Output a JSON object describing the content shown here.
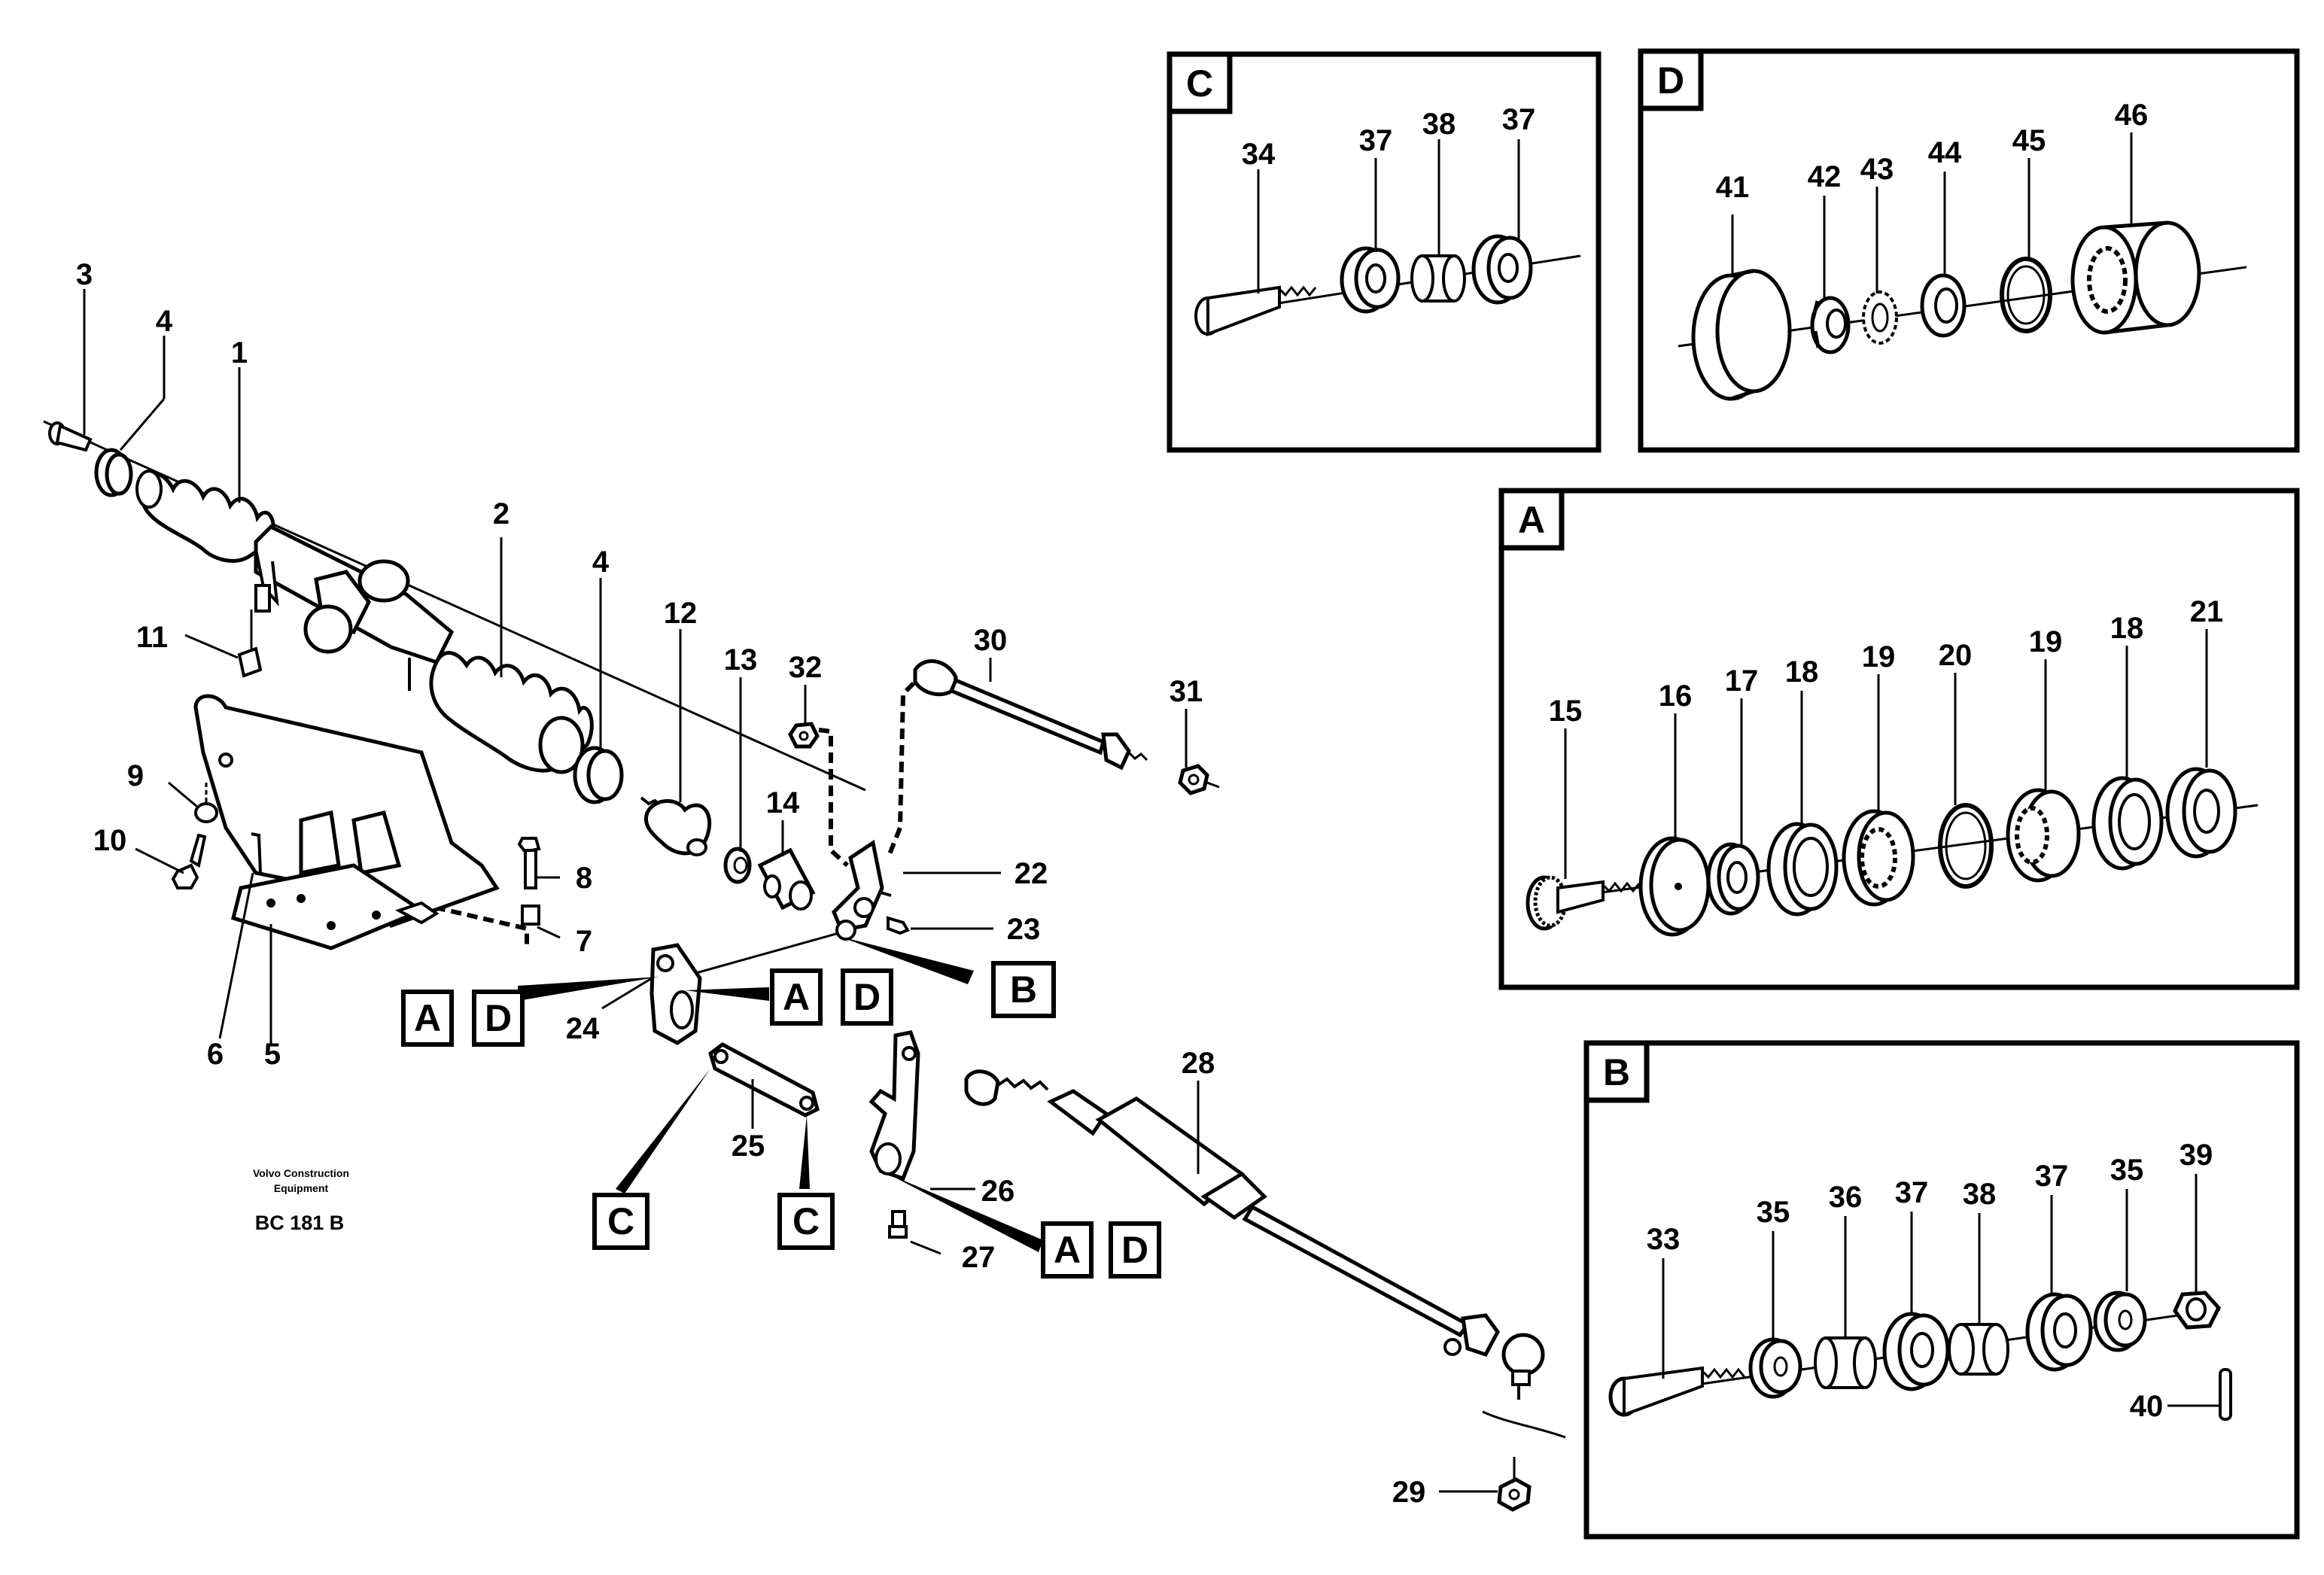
{
  "diagram": {
    "credit_line1": "Volvo Construction",
    "credit_line2": "Equipment",
    "code": "BC 181 B",
    "detail_panels": [
      {
        "letter": "C",
        "parts": [
          "34",
          "37",
          "38",
          "37"
        ]
      },
      {
        "letter": "D",
        "parts": [
          "41",
          "42",
          "43",
          "44",
          "45",
          "46"
        ]
      },
      {
        "letter": "A",
        "parts": [
          "15",
          "16",
          "17",
          "18",
          "19",
          "20",
          "19",
          "18",
          "21"
        ]
      },
      {
        "letter": "B",
        "parts": [
          "33",
          "35",
          "36",
          "37",
          "38",
          "37",
          "35",
          "39",
          "40"
        ]
      }
    ],
    "main_callouts": [
      "3",
      "4",
      "1",
      "2",
      "4",
      "12",
      "13",
      "32",
      "30",
      "31",
      "11",
      "14",
      "22",
      "23",
      "9",
      "10",
      "8",
      "7",
      "6",
      "5",
      "24",
      "25",
      "26",
      "27",
      "28",
      "29"
    ],
    "reference_tags": [
      "A",
      "D",
      "A",
      "D",
      "B",
      "C",
      "C",
      "A",
      "D"
    ]
  }
}
